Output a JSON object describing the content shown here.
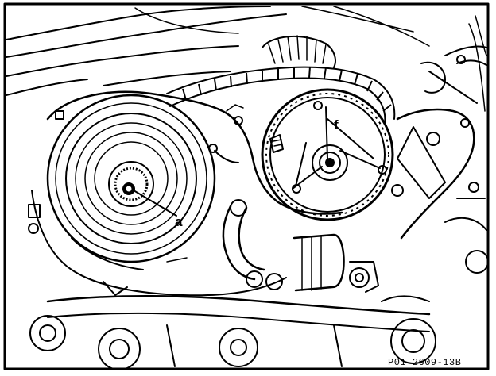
{
  "figure": {
    "callout_a": "a",
    "callout_f": "f",
    "figure_code": "P01-2609-13B"
  }
}
